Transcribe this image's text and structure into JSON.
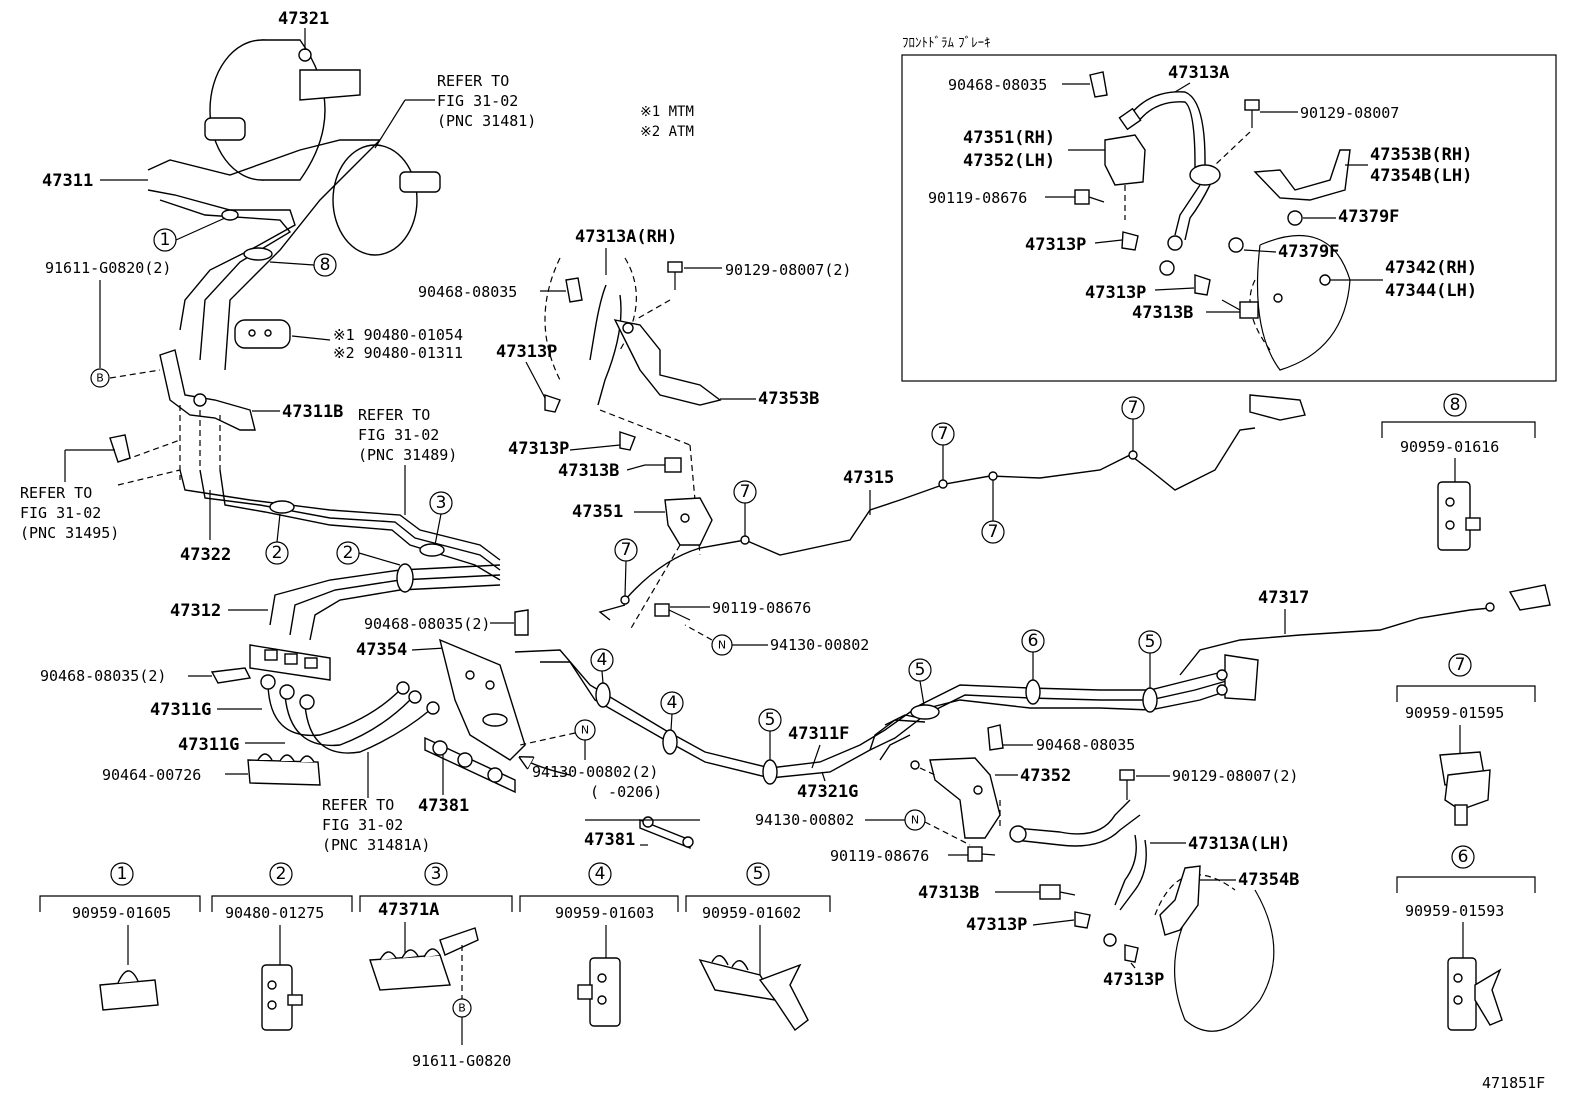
{
  "labels": {
    "p47321": "47321",
    "refer_31481_a": "REFER TO",
    "refer_31481_b": "FIG 31-02",
    "refer_31481_c": "(PNC 31481)",
    "note1": "※1 MTM",
    "note2": "※2 ATM",
    "p47311": "47311",
    "p91611_2": "91611-G0820(2)",
    "p90480_01054": "※1 90480-01054",
    "p90480_01311": "※2 90480-01311",
    "p47311B": "47311B",
    "refer_31489_a": "REFER TO",
    "refer_31489_b": "FIG 31-02",
    "refer_31489_c": "(PNC 31489)",
    "refer_31495_a": "REFER TO",
    "refer_31495_b": "FIG 31-02",
    "refer_31495_c": "(PNC 31495)",
    "p47322": "47322",
    "p47312": "47312",
    "p90468_2_a": "90468-08035(2)",
    "p90468_2_b": "90468-08035(2)",
    "p47354": "47354",
    "p47311G_a": "47311G",
    "p47311G_b": "47311G",
    "p90464": "90464-00726",
    "refer_31481A_a": "REFER TO",
    "refer_31481A_b": "FIG 31-02",
    "refer_31481A_c": "(PNC 31481A)",
    "p47381_a": "47381",
    "p94130_2": "94130-00802(2)",
    "bracket_0206": "(     -0206)",
    "p47381_b": "47381",
    "p47313A_RH": "47313A(RH)",
    "p90468_c": "90468-08035",
    "p90129_2_a": "90129-08007(2)",
    "p47313P_a": "47313P",
    "p47353B": "47353B",
    "p47313P_b": "47313P",
    "p47313B_a": "47313B",
    "p47351": "47351",
    "p90119_a": "90119-08676",
    "p94130_a": "94130-00802",
    "p47315": "47315",
    "p47317": "47317",
    "p47311F": "47311F",
    "p47321G": "47321G",
    "p90468_d": "90468-08035",
    "p47352": "47352",
    "p90129_2_b": "90129-08007(2)",
    "p94130_b": "94130-00802",
    "p90119_b": "90119-08676",
    "p47313A_LH": "47313A(LH)",
    "p47313B_b": "47313B",
    "p47354B": "47354B",
    "p47313P_c": "47313P",
    "p47313P_d": "47313P",
    "fig_no": "471851F"
  },
  "inset": {
    "title": "ﾌﾛﾝﾄﾄﾞﾗﾑ ﾌﾞﾚｰｷ",
    "p90468": "90468-08035",
    "p47313A": "47313A",
    "p90129": "90129-08007",
    "p47351": "47351(RH)",
    "p47352": "47352(LH)",
    "p47353B": "47353B(RH)",
    "p47354B": "47354B(LH)",
    "p90119": "90119-08676",
    "p47379F_a": "47379F",
    "p47313P_a": "47313P",
    "p47379F_b": "47379F",
    "p47342": "47342(RH)",
    "p47344": "47344(LH)",
    "p47313P_b": "47313P",
    "p47313B": "47313B"
  },
  "clamps": [
    {
      "num": "1",
      "part": "90959-01605"
    },
    {
      "num": "2",
      "part": "90480-01275"
    },
    {
      "num": "3",
      "part": "47371A",
      "sub": "91611-G0820"
    },
    {
      "num": "4",
      "part": "90959-01603"
    },
    {
      "num": "5",
      "part": "90959-01602"
    },
    {
      "num": "8",
      "part": "90959-01616"
    },
    {
      "num": "7",
      "part": "90959-01595"
    },
    {
      "num": "6",
      "part": "90959-01593"
    }
  ],
  "markers": {
    "n1": "1",
    "n2": "2",
    "n3": "3",
    "n4": "4",
    "n5": "5",
    "n6": "6",
    "n7": "7",
    "n8": "8",
    "b": "B",
    "n": "N"
  }
}
